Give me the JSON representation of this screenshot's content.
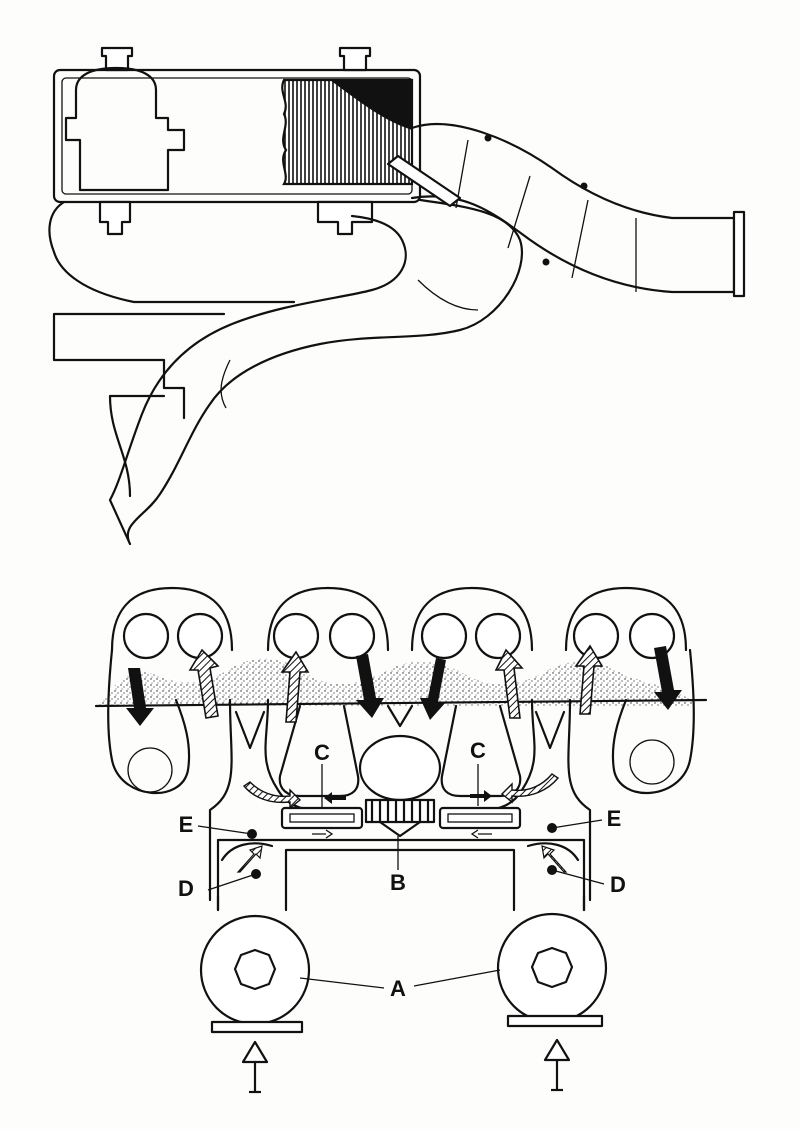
{
  "labels": {
    "A": "A",
    "B": "B",
    "C_left": "C",
    "C_right": "C",
    "D_left": "D",
    "D_right": "D",
    "E_left": "E",
    "E_right": "E"
  },
  "colors": {
    "ink": "#111111",
    "paper": "#fdfdfc"
  }
}
